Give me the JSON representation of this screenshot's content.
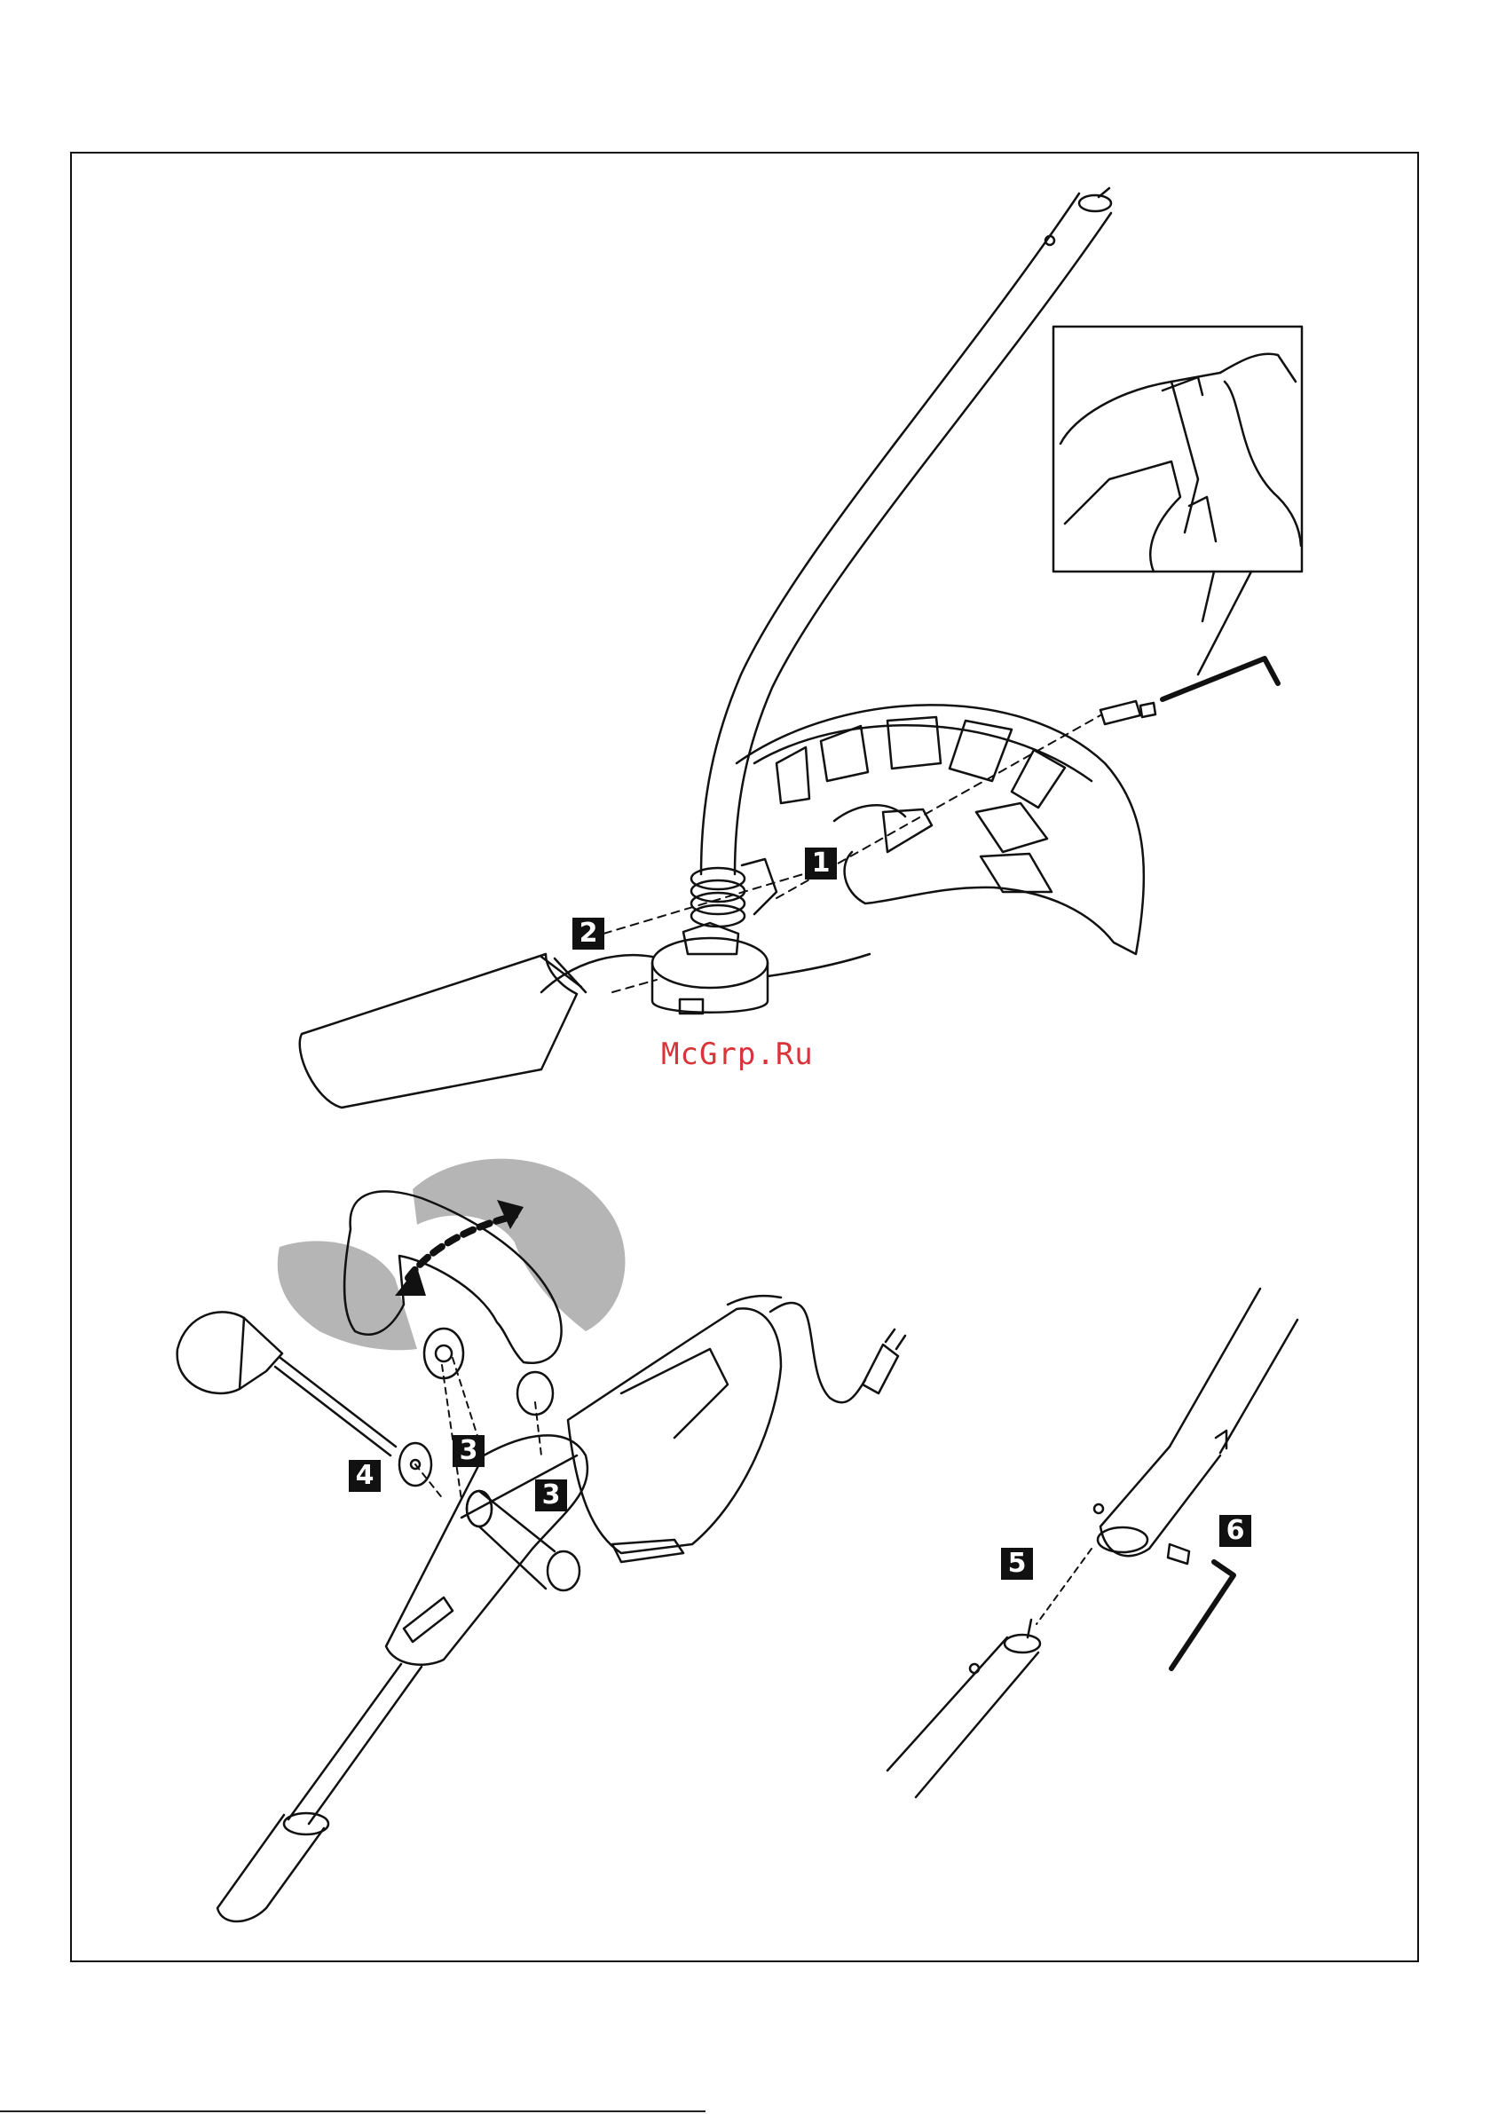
{
  "watermark": "McGrp.Ru",
  "callouts": [
    "1",
    "2",
    "3",
    "3",
    "4",
    "5",
    "6"
  ],
  "colors": {
    "line": "#111111",
    "shadow": "#b5b5b5",
    "watermark": "#d9343a"
  }
}
